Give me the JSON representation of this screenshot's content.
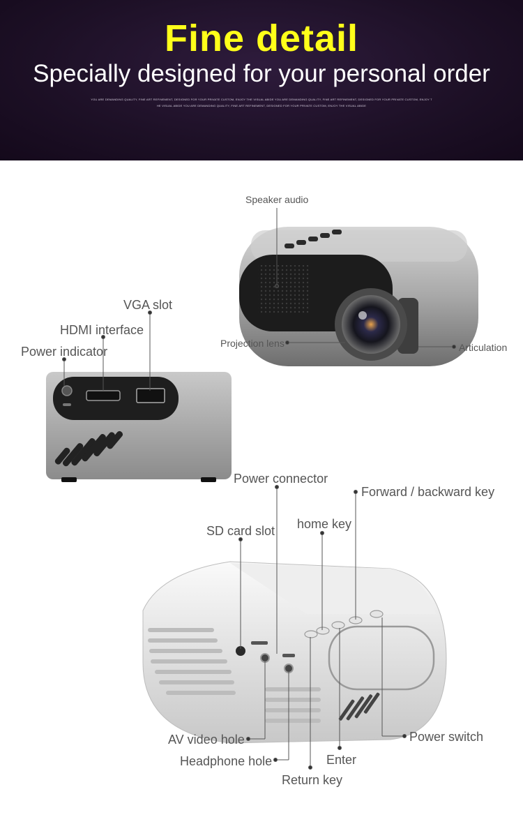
{
  "banner": {
    "title": "Fine detail",
    "subtitle": "Specially designed for your personal order",
    "fine_line_1": "YOU ARE DEMANDING QUALITY, FINE ART REFINEMENT, DESIGNED FOR YOUR PRIVATE CUSTOM, ENJOY THE VISUAL ABIDE YOU ARE DEMANDING QUALITY, FINE ART REFINEMENT, DESIGNED FOR YOUR PRIVATE CUSTOM, ENJOY T",
    "fine_line_2": "HE VISUAL ABIDE YOU ARE DEMANDING QUALITY, FINE ART REFINEMENT, DESIGNED FOR YOUR PRIVATE CUSTOM, ENJOY THE VISUAL ABIDE"
  },
  "labels": {
    "speaker_audio": "Speaker audio",
    "projection_lens": "Projection lens",
    "articulation": "Articulation",
    "vga_slot": "VGA slot",
    "hdmi_interface": "HDMI interface",
    "power_indicator": "Power indicator",
    "power_connector": "Power connector",
    "forward_backward_key": "Forward / backward key",
    "sd_card_slot": "SD card slot",
    "home_key": "home key",
    "av_video_hole": "AV video hole",
    "headphone_hole": "Headphone hole",
    "enter": "Enter",
    "return_key": "Return key",
    "power_switch": "Power switch"
  },
  "colors": {
    "title": "#ffff1a",
    "banner_bg": "#1d1026",
    "label_text": "#555555"
  }
}
